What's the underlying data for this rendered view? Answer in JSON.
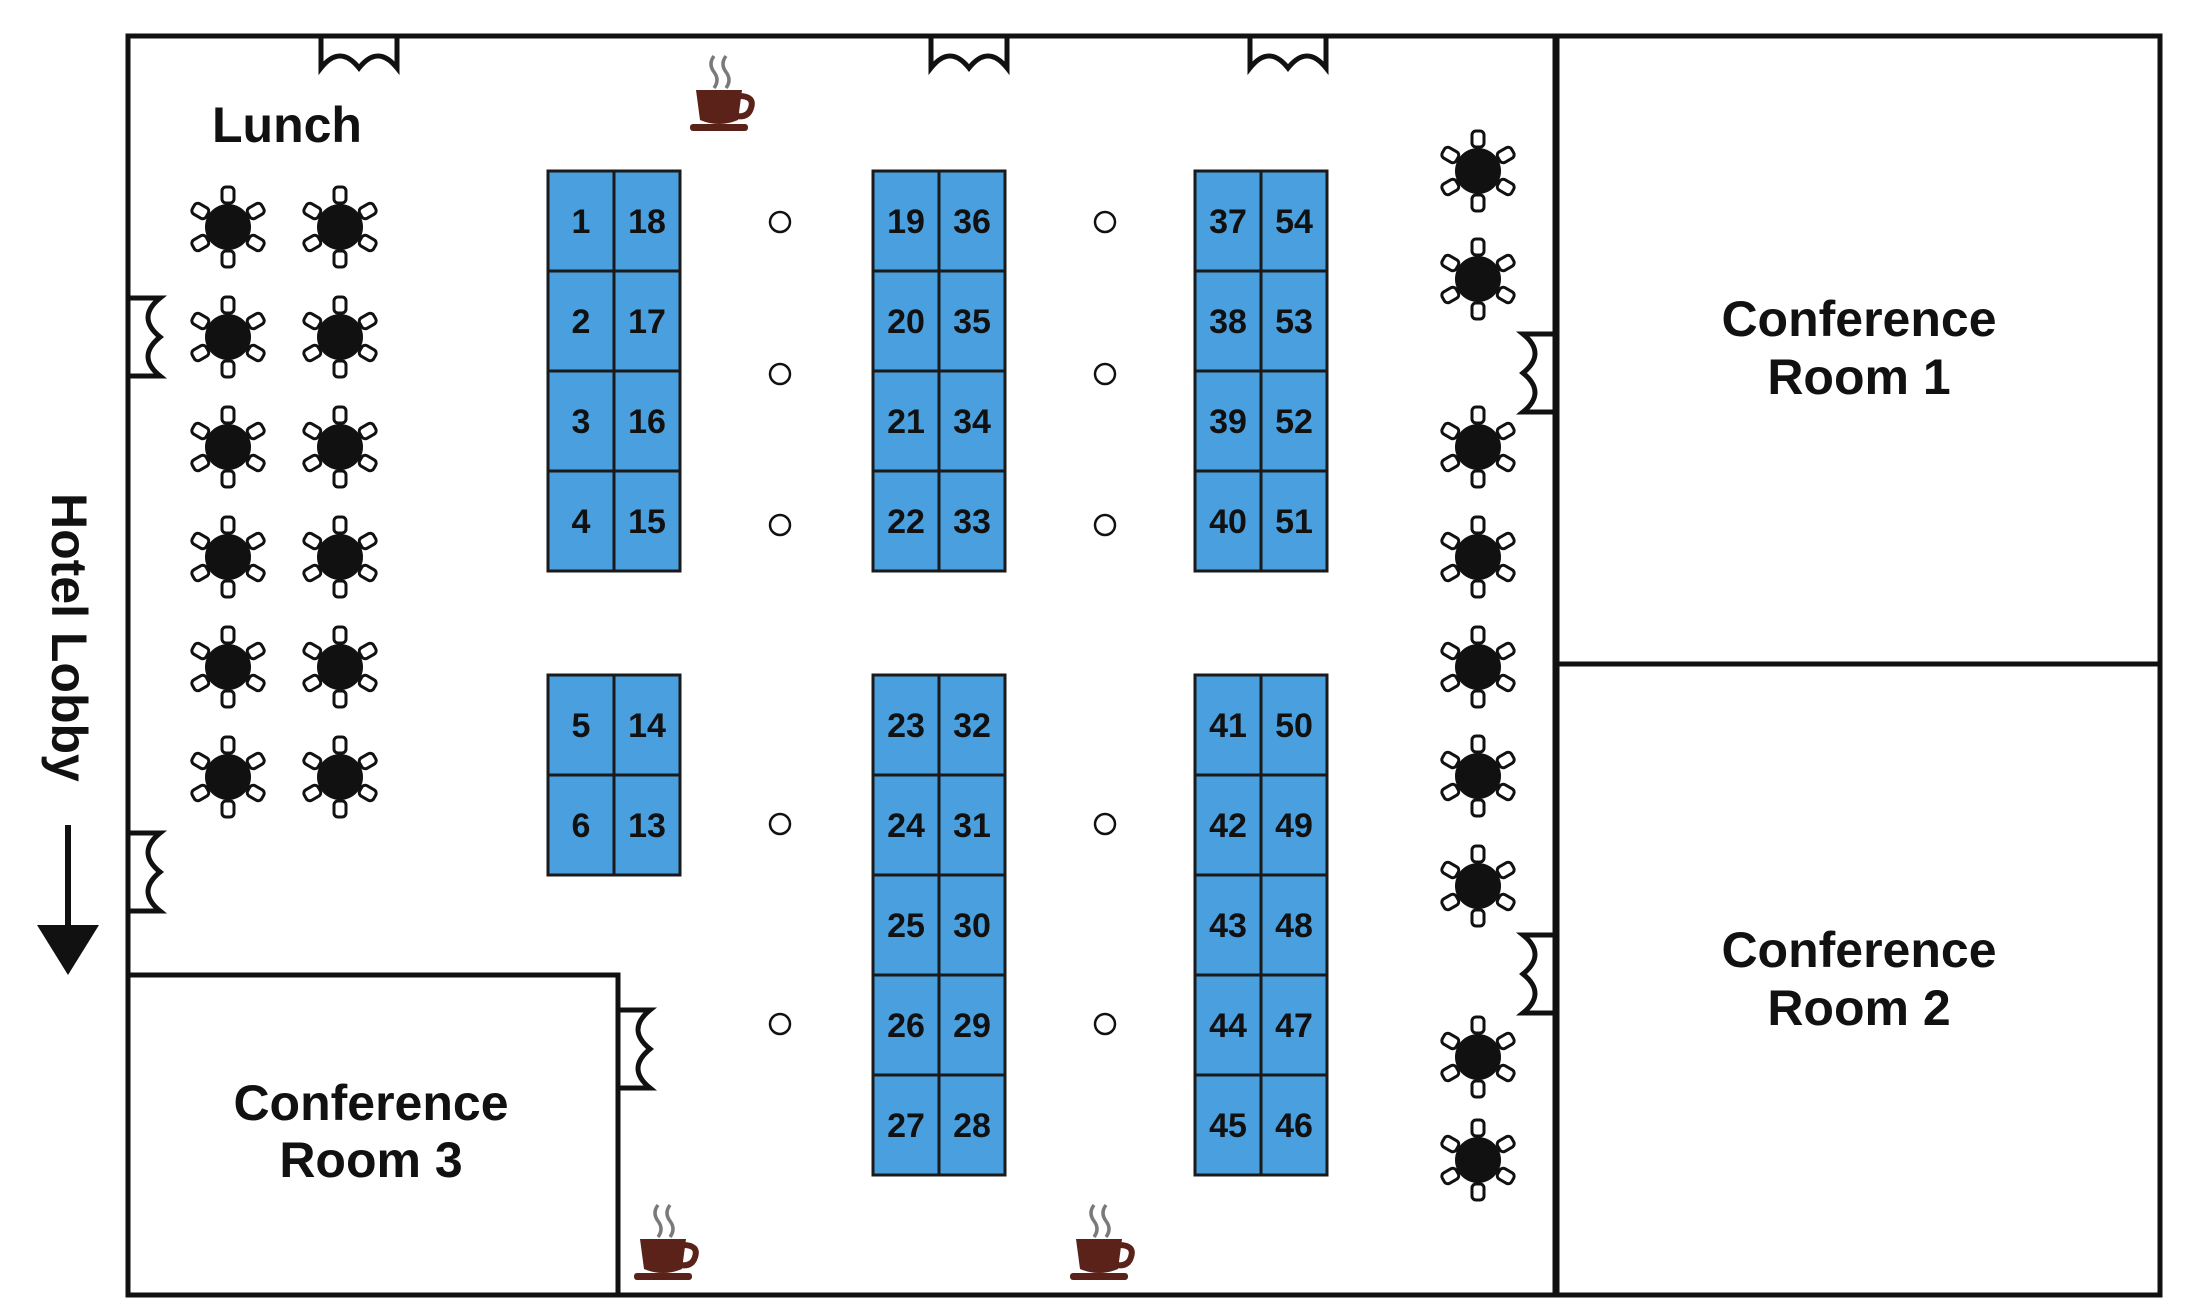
{
  "labels": {
    "lunch": "Lunch",
    "hotel_lobby": "Hotel Lobby",
    "conference_room_1": [
      "Conference",
      "Room 1"
    ],
    "conference_room_2": [
      "Conference",
      "Room 2"
    ],
    "conference_room_3": [
      "Conference",
      "Room 3"
    ]
  },
  "booths": {
    "block_a_top": [
      [
        "1",
        "18"
      ],
      [
        "2",
        "17"
      ],
      [
        "3",
        "16"
      ],
      [
        "4",
        "15"
      ]
    ],
    "block_a_bottom": [
      [
        "5",
        "14"
      ],
      [
        "6",
        "13"
      ]
    ],
    "block_b_top": [
      [
        "19",
        "36"
      ],
      [
        "20",
        "35"
      ],
      [
        "21",
        "34"
      ],
      [
        "22",
        "33"
      ]
    ],
    "block_b_bottom": [
      [
        "23",
        "32"
      ],
      [
        "24",
        "31"
      ],
      [
        "25",
        "30"
      ],
      [
        "26",
        "29"
      ],
      [
        "27",
        "28"
      ]
    ],
    "block_c_top": [
      [
        "37",
        "54"
      ],
      [
        "38",
        "53"
      ],
      [
        "39",
        "52"
      ],
      [
        "40",
        "51"
      ]
    ],
    "block_c_bottom": [
      [
        "41",
        "50"
      ],
      [
        "42",
        "49"
      ],
      [
        "43",
        "48"
      ],
      [
        "44",
        "47"
      ],
      [
        "45",
        "46"
      ]
    ]
  },
  "icons": {
    "round_table": "round-table-icon",
    "coffee": "coffee-cup-icon",
    "column": "column-icon",
    "door": "door-swing-icon",
    "arrow": "arrow-down-icon"
  },
  "colors": {
    "booth_fill": "#4a9fde",
    "booth_stroke": "#1a1a1a",
    "wall": "#111111",
    "coffee": "#5a2218",
    "steam": "#7a7a7a"
  }
}
